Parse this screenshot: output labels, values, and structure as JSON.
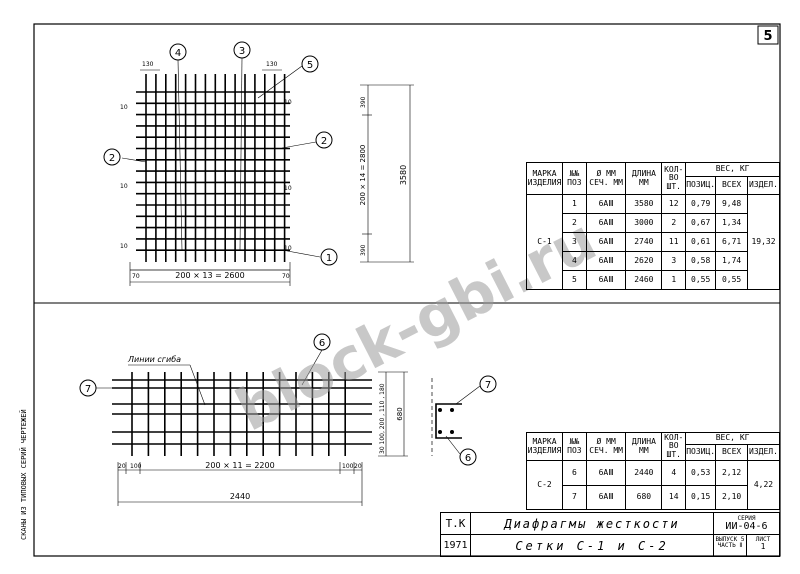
{
  "sheet_number": "5",
  "watermark": "block-gbi.ru",
  "mesh_c1": {
    "callouts": [
      "4",
      "3",
      "5",
      "2",
      "2",
      "1"
    ],
    "dim_top_left": "130",
    "dim_top_right": "130",
    "dim_bottom": "200 × 13 = 2600",
    "dim_bottom_left": "70",
    "dim_bottom_right": "70",
    "dim_right_total": "3580",
    "dim_right_mid": "200 × 14 = 2800",
    "dim_right_top": "390",
    "dim_right_bottom": "390",
    "dim_side": "10"
  },
  "mesh_c2": {
    "bend_label": "Линии сгиба",
    "callouts": [
      "6",
      "7",
      "7",
      "6"
    ],
    "dim_left_a": "20",
    "dim_left_b": "100",
    "dim_bottom": "200 × 11 = 2200",
    "dim_right_a": "100",
    "dim_right_b": "20",
    "dim_total": "2440",
    "dim_height": "680",
    "dim_height_parts": "30 100, 200 , 110 , 180"
  },
  "table_c1": {
    "headers": {
      "mark": "МАРКА ИЗДЕЛИЯ",
      "pos": "№№ ПОЗ",
      "dia": "Ø ММ СЕЧ. ММ",
      "len": "ДЛИНА ММ",
      "qty": "КОЛ-ВО ШТ.",
      "weight": "ВЕС, КГ",
      "w_one": "ПОЗИЦ.",
      "w_all": "ВСЕХ",
      "w_item": "ИЗДЕЛ."
    },
    "mark": "С-1",
    "item_weight": "19,32",
    "rows": [
      {
        "pos": "1",
        "dia": "6АⅢ",
        "len": "3580",
        "qty": "12",
        "w1": "0,79",
        "wa": "9,48"
      },
      {
        "pos": "2",
        "dia": "6АⅢ",
        "len": "3000",
        "qty": "2",
        "w1": "0,67",
        "wa": "1,34"
      },
      {
        "pos": "3",
        "dia": "6АⅢ",
        "len": "2740",
        "qty": "11",
        "w1": "0,61",
        "wa": "6,71"
      },
      {
        "pos": "4",
        "dia": "6АⅢ",
        "len": "2620",
        "qty": "3",
        "w1": "0,58",
        "wa": "1,74"
      },
      {
        "pos": "5",
        "dia": "6АⅢ",
        "len": "2460",
        "qty": "1",
        "w1": "0,55",
        "wa": "0,55"
      }
    ]
  },
  "table_c2": {
    "mark": "С-2",
    "item_weight": "4,22",
    "rows": [
      {
        "pos": "6",
        "dia": "6АⅢ",
        "len": "2440",
        "qty": "4",
        "w1": "0,53",
        "wa": "2,12"
      },
      {
        "pos": "7",
        "dia": "6АⅢ",
        "len": "680",
        "qty": "14",
        "w1": "0,15",
        "wa": "2,10"
      }
    ]
  },
  "stamp": {
    "org": "Т.К",
    "year": "1971",
    "title": "Диафрагмы жесткости",
    "subtitle": "Сетки С-1 и С-2",
    "series_label": "СЕРИЯ",
    "series": "ИИ-04-6",
    "issue_label": "ВЫПУСК 5",
    "part_label": "ЧАСТЬ Ⅱ",
    "sheet_label": "ЛИСТ",
    "sheet": "1"
  },
  "margin_text": "СКАНЫ ИЗ ТИПОВЫХ СЕРИЙ ЧЕРТЕЖЕЙ"
}
